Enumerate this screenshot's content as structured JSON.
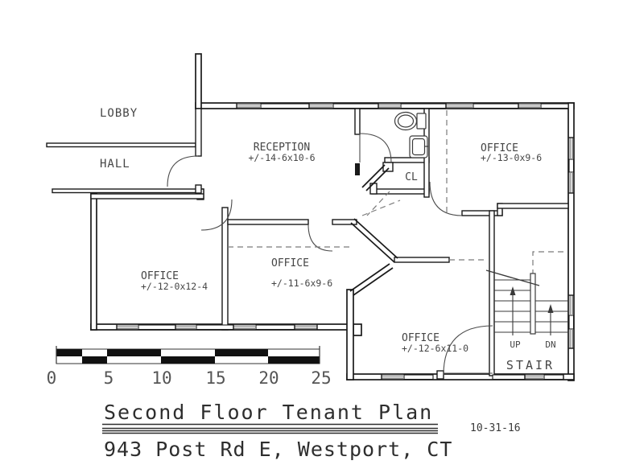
{
  "plan": {
    "labels": {
      "lobby": "LOBBY",
      "hall": "HALL",
      "reception": {
        "name": "RECEPTION",
        "dim": "+/-14-6x10-6"
      },
      "office_ne": {
        "name": "OFFICE",
        "dim": "+/-13-0x9-6"
      },
      "office_w": {
        "name": "OFFICE",
        "dim": "+/-12-0x12-4"
      },
      "office_mid": {
        "name": "OFFICE",
        "dim": "+/-11-6x9-6"
      },
      "office_s": {
        "name": "OFFICE",
        "dim": "+/-12-6x11-0"
      },
      "closet": "CL",
      "stair": "STAIR",
      "up": "UP",
      "dn": "DN"
    },
    "scale": {
      "labels": [
        "0",
        "5",
        "10",
        "15",
        "20",
        "25"
      ]
    },
    "title": "Second Floor Tenant Plan",
    "address": "943 Post Rd E, Westport, CT",
    "date": "10-31-16"
  },
  "colors": {
    "wall": "#1a1a1a",
    "window": "#8f8f8f",
    "label": "#454545",
    "dash": "#7a7a7a",
    "scale_bar": "#111111"
  }
}
